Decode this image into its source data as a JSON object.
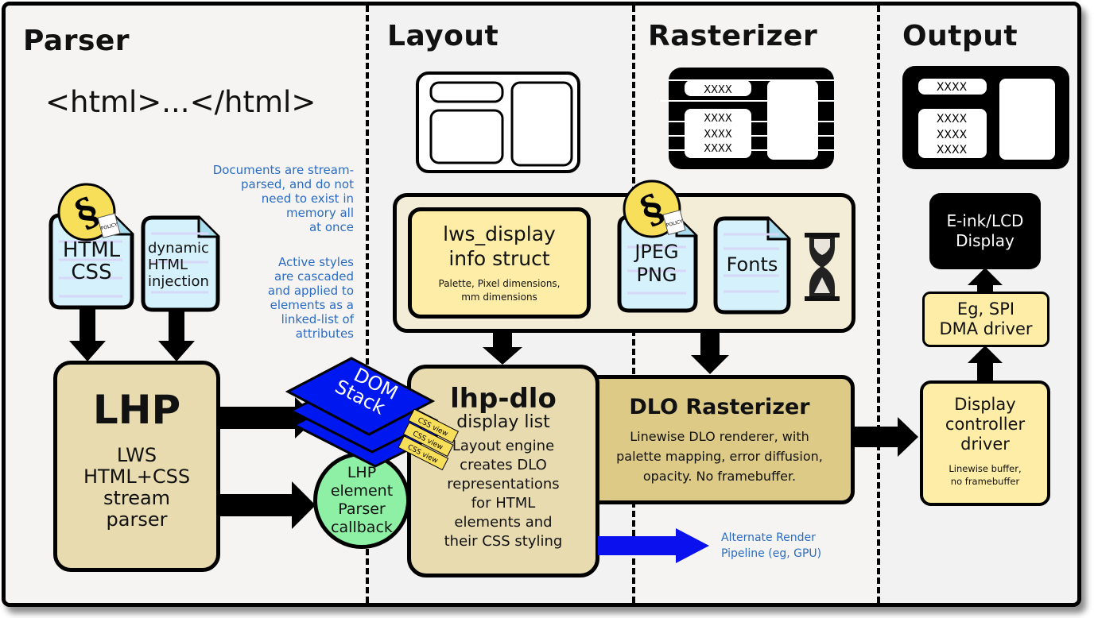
{
  "sections": {
    "parser": "Parser",
    "layout": "Layout",
    "rasterizer": "Rasterizer",
    "output": "Output"
  },
  "parser": {
    "html_tag": "<html>...</html>",
    "doc_html_css": {
      "line1": "HTML",
      "line2": "CSS"
    },
    "doc_dynamic": {
      "line1": "dynamic",
      "line2": "HTML",
      "line3": "injection"
    },
    "note_stream": [
      "Documents are stream-",
      "parsed, and do not",
      "need to exist in",
      "memory all",
      "at once"
    ],
    "note_styles": [
      "Active styles",
      "are cascaded",
      "and applied to",
      "elements as a",
      "linked-list of",
      "attributes"
    ],
    "lhp_box": {
      "title": "LHP",
      "lines": [
        "LWS",
        "HTML+CSS",
        "stream",
        "parser"
      ]
    },
    "dom_stack": {
      "line1": "DOM",
      "line2": "Stack",
      "css_view": "CSS view"
    },
    "callback_circle": {
      "lines": [
        "LHP",
        "element",
        "Parser",
        "callback"
      ]
    },
    "policy_badge": "POLICY"
  },
  "layout": {
    "display_info": {
      "title1": "lws_display",
      "title2": "info struct",
      "sub1": "Palette, Pixel dimensions,",
      "sub2": "mm dimensions"
    },
    "dlo_box": {
      "title": "lhp-dlo",
      "subtitle": "display list",
      "lines": [
        "Layout engine",
        "creates DLO",
        "representations",
        "for HTML",
        "elements and",
        "their CSS styling"
      ]
    }
  },
  "rasterizer": {
    "icon_text": "XXXX",
    "doc_jpeg": {
      "line1": "JPEG",
      "line2": "PNG"
    },
    "doc_fonts": "Fonts",
    "dlo_rasterizer": {
      "title": "DLO Rasterizer",
      "lines": [
        "Linewise DLO renderer, with",
        "palette mapping, error diffusion,",
        "opacity.  No framebuffer."
      ]
    },
    "alternate_note": [
      "Alternate Render",
      "Pipeline (eg, GPU)"
    ]
  },
  "output": {
    "icon_text": "XXXX",
    "display": {
      "line1": "E-ink/LCD",
      "line2": "Display"
    },
    "spi": {
      "line1": "Eg, SPI",
      "line2": "DMA driver"
    },
    "controller": {
      "lines": [
        "Display",
        "controller",
        "driver"
      ],
      "sub1": "Linewise buffer,",
      "sub2": "no framebuffer"
    }
  },
  "colors": {
    "note_blue": "#2a6cc4",
    "tan": "#e8dbb0",
    "dark_tan": "#dcca86",
    "yellow": "#fdeda6",
    "doc_blue": "#d5f2fc",
    "callback_green": "#8ef0a4",
    "dom_blue": "#0018f0",
    "alt_arrow_blue": "#0a10ee"
  }
}
